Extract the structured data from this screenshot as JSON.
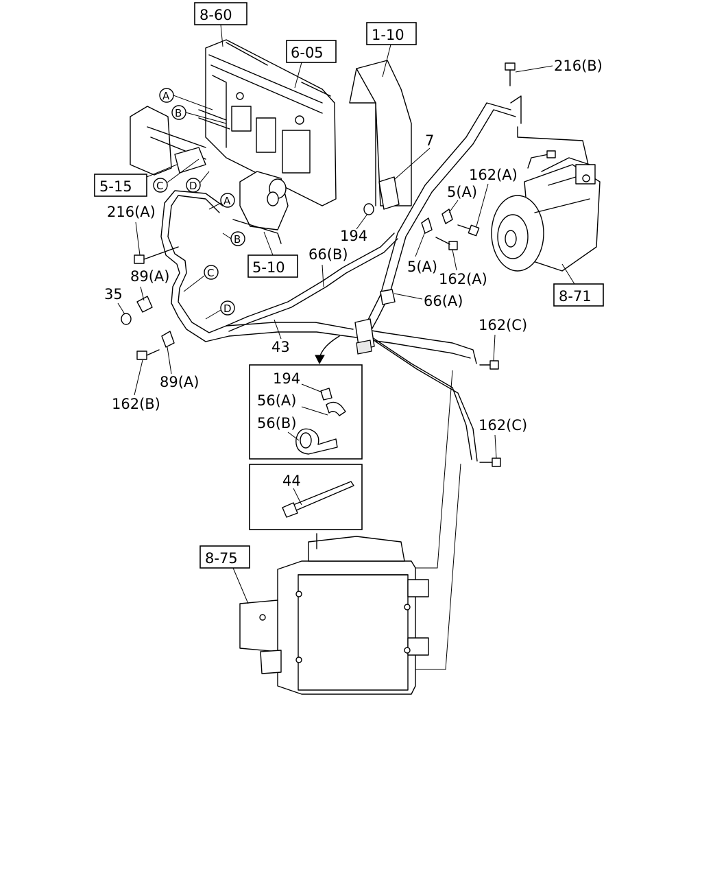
{
  "refs": {
    "r860": "8-60",
    "r605": "6-05",
    "r110": "1-10",
    "r515": "5-15",
    "r510": "5-10",
    "r871": "8-71",
    "r875": "8-75"
  },
  "callouts": {
    "c216b": "216(B)",
    "c7": "7",
    "c162a_1": "162(A)",
    "c5a_1": "5(A)",
    "c216a": "216(A)",
    "c194": "194",
    "c66b": "66(B)",
    "c5a_2": "5(A)",
    "c162a_2": "162(A)",
    "c89a_1": "89(A)",
    "c35": "35",
    "c66a": "66(A)",
    "c43": "43",
    "c162c_1": "162(C)",
    "c162b": "162(B)",
    "c89a_2": "89(A)",
    "c162c_2": "162(C)"
  },
  "circled": {
    "a1": "A",
    "b1": "B",
    "c1": "C",
    "d1": "D",
    "a2": "A",
    "b2": "B",
    "c2": "C",
    "d2": "D"
  },
  "inset_clamps": {
    "l194": "194",
    "l56a": "56(A)",
    "l56b": "56(B)"
  },
  "inset_tie": {
    "l44": "44"
  }
}
